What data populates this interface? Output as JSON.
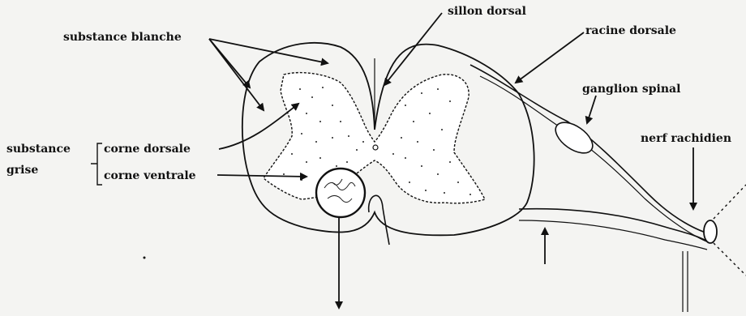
{
  "labels": {
    "sillon_dorsal": "sillon dorsal",
    "substance_blanche": "substance blanche",
    "racine_dorsale": "racine dorsale",
    "ganglion_spinal": "ganglion spinal",
    "nerf_rachidien": "nerf rachidien",
    "substance_grise_line1": "substance",
    "substance_grise_line2": "grise",
    "corne_dorsale": "corne dorsale",
    "corne_ventrale": "corne ventrale"
  },
  "colors": {
    "ink": "#111111",
    "paper": "#f4f4f2"
  }
}
